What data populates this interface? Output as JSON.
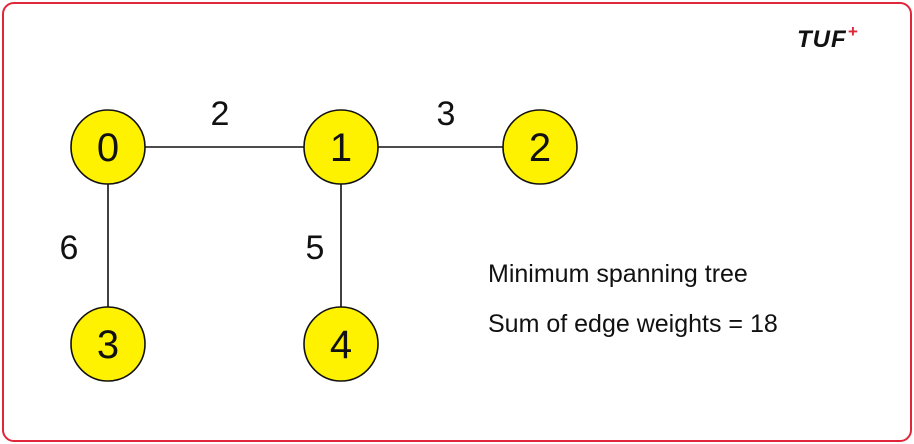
{
  "logo": {
    "text": "TUF",
    "superscript": "+"
  },
  "colors": {
    "frame": "#e0263a",
    "node_fill": "#fff200",
    "node_stroke": "#111111",
    "edge": "#111111"
  },
  "graph": {
    "nodes": [
      {
        "id": "0",
        "label": "0"
      },
      {
        "id": "1",
        "label": "1"
      },
      {
        "id": "2",
        "label": "2"
      },
      {
        "id": "3",
        "label": "3"
      },
      {
        "id": "4",
        "label": "4"
      }
    ],
    "edges": [
      {
        "from": "0",
        "to": "1",
        "weight": "2"
      },
      {
        "from": "1",
        "to": "2",
        "weight": "3"
      },
      {
        "from": "0",
        "to": "3",
        "weight": "6"
      },
      {
        "from": "1",
        "to": "4",
        "weight": "5"
      }
    ]
  },
  "caption": {
    "title": "Minimum spanning tree",
    "sum_text": "Sum of edge weights = 18"
  }
}
